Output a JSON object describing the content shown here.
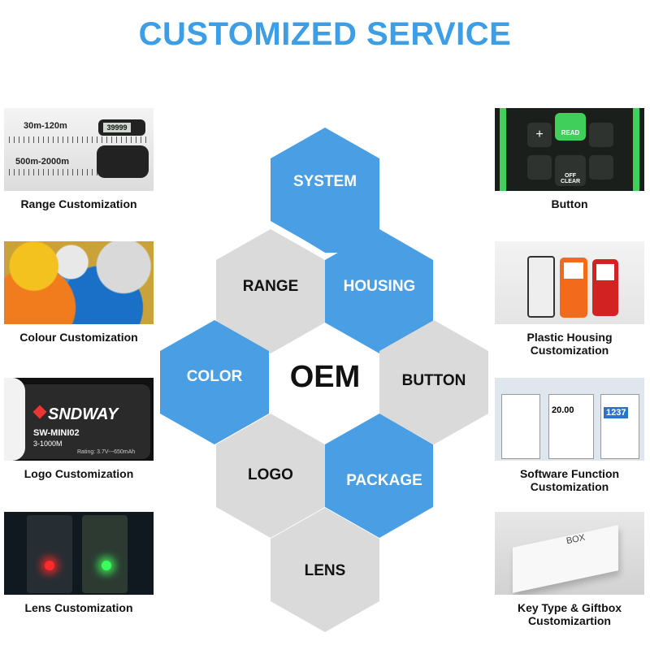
{
  "title": "CUSTOMIZED SERVICE",
  "center": "OEM",
  "left_cards": [
    {
      "caption": "Range Customization",
      "labels": [
        "30m-120m",
        "500m-2000m"
      ],
      "readout": "39999"
    },
    {
      "caption": "Colour Customization"
    },
    {
      "caption": "Logo Customization",
      "brand": "SNDWAY",
      "model": "SW-MINI02",
      "range": "3-1000M",
      "rating": "Rating: 3.7V---650mAh"
    },
    {
      "caption": "Lens Customization"
    }
  ],
  "right_cards": [
    {
      "caption": "Button",
      "keys": [
        "READ",
        "OFF CLEAR",
        "+"
      ]
    },
    {
      "caption_line1": "Plastic Housing",
      "caption_line2": "Customization"
    },
    {
      "caption_line1": "Software Function",
      "caption_line2": "Customization",
      "readouts": [
        "20.00",
        "1237"
      ]
    },
    {
      "caption_line1": "Key Type & Giftbox",
      "caption_line2": "Customizartion",
      "box_text": "BOX"
    }
  ],
  "hexagons": {
    "system": "SYSTEM",
    "range": "RANGE",
    "housing": "HOUSING",
    "color": "COLOR",
    "button": "BUTTON",
    "logo": "LOGO",
    "package": "PACKAGE",
    "lens": "LENS"
  },
  "colors": {
    "accent": "#3d9ee6",
    "hex_blue": "#4a9ee3",
    "hex_grey": "#dadada"
  }
}
